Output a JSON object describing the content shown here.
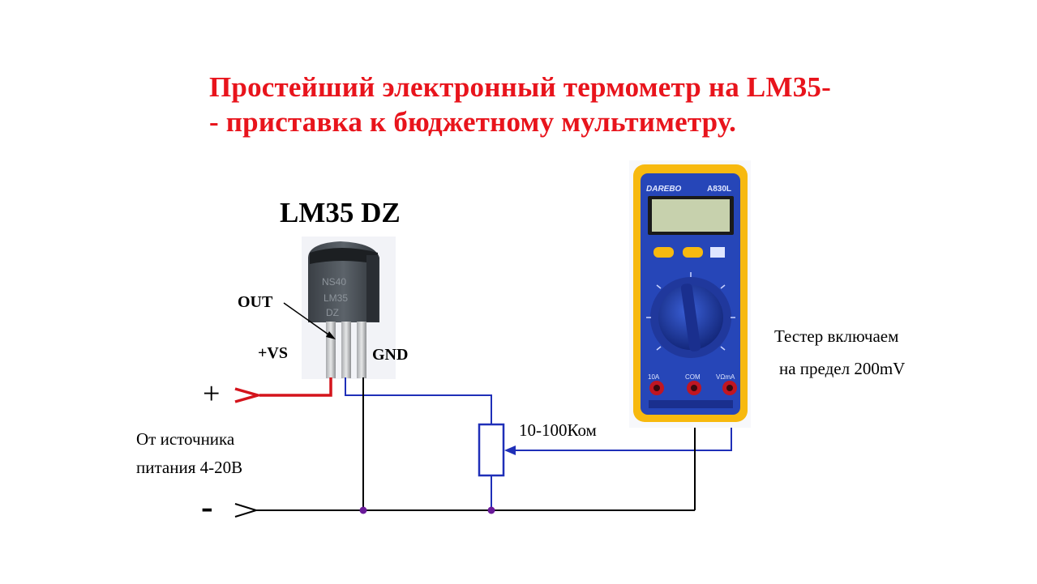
{
  "title": {
    "line1": "Простейший электронный термометр на LM35-",
    "line2": "- приставка к бюджетному мультиметру."
  },
  "sensor": {
    "label": "LM35 DZ",
    "package_marking": [
      "NS40",
      "LM35",
      "DZ"
    ]
  },
  "pins": {
    "out": "OUT",
    "vs": "+VS",
    "gnd": "GND"
  },
  "power": {
    "plus": "+",
    "minus": "-",
    "source_line1": "От источника",
    "source_line2": "питания 4-20В"
  },
  "potentiometer": {
    "label": "10-100Ком"
  },
  "tester": {
    "line1": "Тестер включаем",
    "line2": "на предел 200mV",
    "brand": "DAREBO",
    "model": "A830L",
    "jack_labels": [
      "10A",
      "COM",
      "VΩmA"
    ]
  },
  "colors": {
    "title": "#e8141c",
    "positive_wire": "#d4141c",
    "signal_wire": "#1f2fb8",
    "ground_wire": "#000000",
    "junction_dot": "#6a1a9a",
    "meter_body": "#f7b90f",
    "meter_panel": "#2646b8"
  }
}
